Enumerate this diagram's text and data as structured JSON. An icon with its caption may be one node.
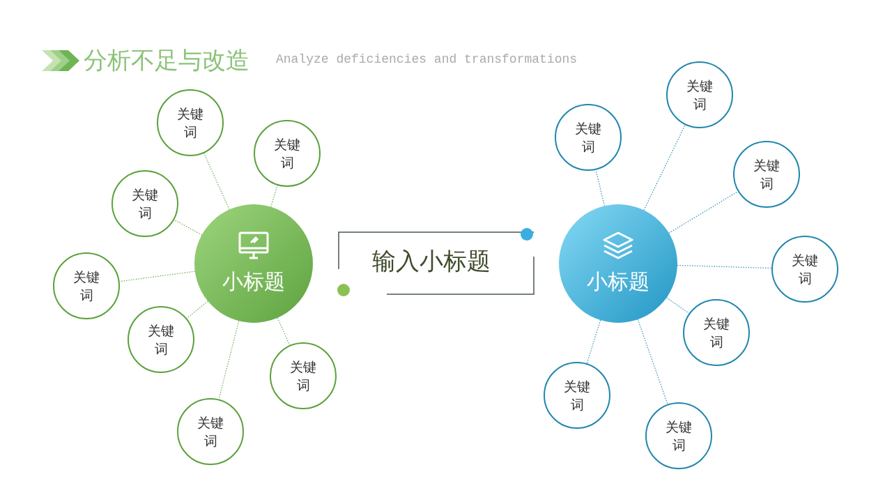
{
  "diagram": {
    "title": "分析不足与改造",
    "nodes": [
      {
        "text": [
          "小标题"
        ]
      },
      {
        "text": [
          "关键词"
        ]
      },
      {
        "text": [
          "关键词"
        ]
      },
      {
        "text": [
          "关键词"
        ]
      },
      {
        "text": [
          "关键词"
        ]
      },
      {
        "text": [
          "关键词"
        ]
      },
      {
        "text": [
          "关键词"
        ]
      },
      {
        "text": [
          "关键词"
        ]
      },
      {
        "text": [
          "小标题"
        ]
      },
      {
        "text": [
          "关键词"
        ]
      },
      {
        "text": [
          "关键词"
        ]
      },
      {
        "text": [
          "关键词"
        ]
      },
      {
        "text": [
          "关键词"
        ]
      },
      {
        "text": [
          "关键词"
        ]
      },
      {
        "text": [
          "关键词"
        ]
      },
      {
        "text": [
          "关键词"
        ]
      }
    ],
    "edges": [
      {
        "from": 0,
        "to": 1,
        "arrow": "none",
        "color": "#6aa84f"
      },
      {
        "from": 0,
        "to": 2,
        "arrow": "none",
        "color": "#6aa84f"
      },
      {
        "from": 0,
        "to": 3,
        "arrow": "none",
        "color": "#6aa84f"
      },
      {
        "from": 0,
        "to": 4,
        "arrow": "none",
        "color": "#6aa84f"
      },
      {
        "from": 0,
        "to": 5,
        "arrow": "none",
        "color": "#6aa84f"
      },
      {
        "from": 0,
        "to": 6,
        "arrow": "none",
        "color": "#6aa84f"
      },
      {
        "from": 0,
        "to": 7,
        "arrow": "none",
        "color": "#6aa84f"
      },
      {
        "from": 8,
        "to": 9,
        "arrow": "none",
        "color": "#2a8db5"
      },
      {
        "from": 8,
        "to": 10,
        "arrow": "none",
        "color": "#2a8db5"
      },
      {
        "from": 8,
        "to": 11,
        "arrow": "none",
        "color": "#2a8db5"
      },
      {
        "from": 8,
        "to": 12,
        "arrow": "none",
        "color": "#2a8db5"
      },
      {
        "from": 8,
        "to": 13,
        "arrow": "none",
        "color": "#2a8db5"
      },
      {
        "from": 8,
        "to": 14,
        "arrow": "none",
        "color": "#2a8db5"
      },
      {
        "from": 8,
        "to": 15,
        "arrow": "none",
        "color": "#2a8db5"
      }
    ],
    "labels": [
      "Analyze deficiencies and transformations",
      "输入小标题"
    ]
  }
}
